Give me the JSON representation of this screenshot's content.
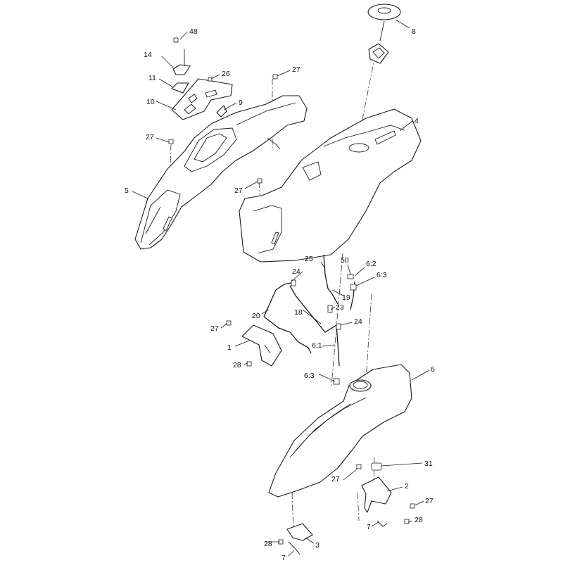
{
  "diagram": {
    "callouts": [
      {
        "id": "c48",
        "label": "48"
      },
      {
        "id": "c14",
        "label": "14"
      },
      {
        "id": "c11",
        "label": "11"
      },
      {
        "id": "c26",
        "label": "26"
      },
      {
        "id": "c27a",
        "label": "27"
      },
      {
        "id": "c10",
        "label": "10"
      },
      {
        "id": "c9",
        "label": "9"
      },
      {
        "id": "c8",
        "label": "8"
      },
      {
        "id": "c4",
        "label": "4"
      },
      {
        "id": "c27b",
        "label": "27"
      },
      {
        "id": "c5",
        "label": "5"
      },
      {
        "id": "c27c",
        "label": "27"
      },
      {
        "id": "c25",
        "label": "25"
      },
      {
        "id": "c50",
        "label": "50"
      },
      {
        "id": "c6_2",
        "label": "6:2"
      },
      {
        "id": "c24a",
        "label": "24"
      },
      {
        "id": "c6_3a",
        "label": "6:3"
      },
      {
        "id": "c19",
        "label": "19"
      },
      {
        "id": "c23",
        "label": "23"
      },
      {
        "id": "c18",
        "label": "18"
      },
      {
        "id": "c20",
        "label": "20"
      },
      {
        "id": "c24b",
        "label": "24"
      },
      {
        "id": "c27d",
        "label": "27"
      },
      {
        "id": "c1",
        "label": "1"
      },
      {
        "id": "c6_1",
        "label": "6:1"
      },
      {
        "id": "c28a",
        "label": "28"
      },
      {
        "id": "c6_3b",
        "label": "6:3"
      },
      {
        "id": "c6",
        "label": "6"
      },
      {
        "id": "c31",
        "label": "31"
      },
      {
        "id": "c27e",
        "label": "27"
      },
      {
        "id": "c2",
        "label": "2"
      },
      {
        "id": "c27f",
        "label": "27"
      },
      {
        "id": "c28b",
        "label": "28"
      },
      {
        "id": "c7a",
        "label": "7"
      },
      {
        "id": "c28c",
        "label": "28"
      },
      {
        "id": "c3",
        "label": "3"
      },
      {
        "id": "c7b",
        "label": "7"
      }
    ]
  }
}
